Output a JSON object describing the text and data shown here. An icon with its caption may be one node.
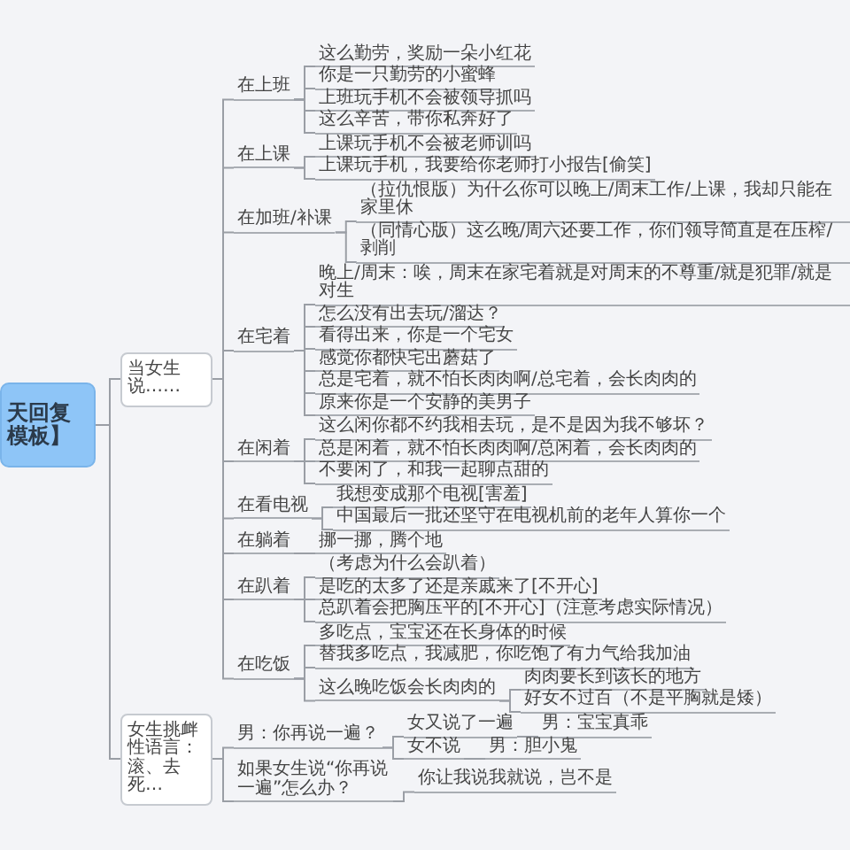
{
  "diagram": {
    "nodes": [
      {
        "text": [
          "天回复模板】"
        ]
      },
      {
        "text": [
          "当女生说……"
        ]
      },
      {
        "text": [
          "在上班"
        ]
      },
      {
        "text": [
          "这么勤劳，奖励一朵小红花"
        ]
      },
      {
        "text": [
          "你是一只勤劳的小蜜蜂"
        ]
      },
      {
        "text": [
          "上班玩手机不会被领导抓吗"
        ]
      },
      {
        "text": [
          "这么辛苦，带你私奔好了"
        ]
      },
      {
        "text": [
          "在上课"
        ]
      },
      {
        "text": [
          "上课玩手机不会被老师训吗"
        ]
      },
      {
        "text": [
          "上课玩手机，我要给你老师打小报告[偷笑]"
        ]
      },
      {
        "text": [
          "在加班/补课"
        ]
      },
      {
        "text": [
          "（拉仇恨版）为什么你可以晚上/周末工作/上课，我却只能在家里休"
        ]
      },
      {
        "text": [
          "（同情心版）这么晚/周六还要工作，你们领导简直是在压榨/剥削"
        ]
      },
      {
        "text": [
          "在宅着"
        ]
      },
      {
        "text": [
          "晚上/周末：唉，周末在家宅着就是对周末的不尊重/就是犯罪/就是对生"
        ]
      },
      {
        "text": [
          "怎么没有出去玩/溜达？"
        ]
      },
      {
        "text": [
          "看得出来，你是一个宅女"
        ]
      },
      {
        "text": [
          "感觉你都快宅出蘑菇了"
        ]
      },
      {
        "text": [
          "总是宅着，就不怕长肉肉啊/总宅着，会长肉肉的"
        ]
      },
      {
        "text": [
          "原来你是一个安静的美男子"
        ]
      },
      {
        "text": [
          "在闲着"
        ]
      },
      {
        "text": [
          "这么闲你都不约我相去玩，是不是因为我不够坏？"
        ]
      },
      {
        "text": [
          "总是闲着，就不怕长肉肉啊/总闲着，会长肉肉的"
        ]
      },
      {
        "text": [
          "不要闲了，和我一起聊点甜的"
        ]
      },
      {
        "text": [
          "在看电视"
        ]
      },
      {
        "text": [
          "我想变成那个电视[害羞]"
        ]
      },
      {
        "text": [
          "中国最后一批还坚守在电视机前的老年人算你一个"
        ]
      },
      {
        "text": [
          "在躺着"
        ]
      },
      {
        "text": [
          "挪一挪，腾个地"
        ]
      },
      {
        "text": [
          "在趴着"
        ]
      },
      {
        "text": [
          "（考虑为什么会趴着）"
        ]
      },
      {
        "text": [
          "是吃的太多了还是亲戚来了[不开心]"
        ]
      },
      {
        "text": [
          "总趴着会把胸压平的[不开心]（注意考虑实际情况）"
        ]
      },
      {
        "text": [
          "在吃饭"
        ]
      },
      {
        "text": [
          "多吃点，宝宝还在长身体的时候"
        ]
      },
      {
        "text": [
          "替我多吃点，我减肥，你吃饱了有力气给我加油"
        ]
      },
      {
        "text": [
          "这么晚吃饭会长肉肉的"
        ]
      },
      {
        "text": [
          "肉肉要长到该长的地方"
        ]
      },
      {
        "text": [
          "好女不过百（不是平胸就是矮）"
        ]
      },
      {
        "text": [
          "女生挑衅性语言：滚、去死…"
        ]
      },
      {
        "text": [
          "男：你再说一遍？"
        ]
      },
      {
        "text": [
          "女又说了一遍"
        ]
      },
      {
        "text": [
          "男：宝宝真乖"
        ]
      },
      {
        "text": [
          "女不说"
        ]
      },
      {
        "text": [
          "男：胆小鬼"
        ]
      },
      {
        "text": [
          "如果女生说“你再说一遍”怎么办？"
        ]
      },
      {
        "text": [
          "你让我说我就说，岂不是"
        ]
      }
    ],
    "edges": [
      {
        "from": 0,
        "to": 1,
        "arrow": "none"
      },
      {
        "from": 1,
        "to": 2,
        "arrow": "none"
      },
      {
        "from": 2,
        "to": 3,
        "arrow": "none"
      },
      {
        "from": 2,
        "to": 4,
        "arrow": "none"
      },
      {
        "from": 2,
        "to": 5,
        "arrow": "none"
      },
      {
        "from": 2,
        "to": 6,
        "arrow": "none"
      },
      {
        "from": 1,
        "to": 7,
        "arrow": "none"
      },
      {
        "from": 7,
        "to": 8,
        "arrow": "none"
      },
      {
        "from": 7,
        "to": 9,
        "arrow": "none"
      },
      {
        "from": 1,
        "to": 10,
        "arrow": "none"
      },
      {
        "from": 10,
        "to": 11,
        "arrow": "none"
      },
      {
        "from": 10,
        "to": 12,
        "arrow": "none"
      },
      {
        "from": 1,
        "to": 13,
        "arrow": "none"
      },
      {
        "from": 13,
        "to": 14,
        "arrow": "none"
      },
      {
        "from": 13,
        "to": 15,
        "arrow": "none"
      },
      {
        "from": 13,
        "to": 16,
        "arrow": "none"
      },
      {
        "from": 13,
        "to": 17,
        "arrow": "none"
      },
      {
        "from": 13,
        "to": 18,
        "arrow": "none"
      },
      {
        "from": 13,
        "to": 19,
        "arrow": "none"
      },
      {
        "from": 1,
        "to": 20,
        "arrow": "none"
      },
      {
        "from": 20,
        "to": 21,
        "arrow": "none"
      },
      {
        "from": 20,
        "to": 22,
        "arrow": "none"
      },
      {
        "from": 20,
        "to": 23,
        "arrow": "none"
      },
      {
        "from": 1,
        "to": 24,
        "arrow": "none"
      },
      {
        "from": 24,
        "to": 25,
        "arrow": "none"
      },
      {
        "from": 24,
        "to": 26,
        "arrow": "none"
      },
      {
        "from": 1,
        "to": 27,
        "arrow": "none"
      },
      {
        "from": 27,
        "to": 28,
        "arrow": "none"
      },
      {
        "from": 1,
        "to": 29,
        "arrow": "none"
      },
      {
        "from": 29,
        "to": 30,
        "arrow": "none"
      },
      {
        "from": 29,
        "to": 31,
        "arrow": "none"
      },
      {
        "from": 29,
        "to": 32,
        "arrow": "none"
      },
      {
        "from": 1,
        "to": 33,
        "arrow": "none"
      },
      {
        "from": 33,
        "to": 34,
        "arrow": "none"
      },
      {
        "from": 33,
        "to": 35,
        "arrow": "none"
      },
      {
        "from": 33,
        "to": 36,
        "arrow": "none"
      },
      {
        "from": 36,
        "to": 37,
        "arrow": "none"
      },
      {
        "from": 36,
        "to": 38,
        "arrow": "none"
      },
      {
        "from": 0,
        "to": 39,
        "arrow": "none"
      },
      {
        "from": 39,
        "to": 40,
        "arrow": "none"
      },
      {
        "from": 40,
        "to": 41,
        "arrow": "none"
      },
      {
        "from": 41,
        "to": 42,
        "arrow": "none"
      },
      {
        "from": 40,
        "to": 43,
        "arrow": "none"
      },
      {
        "from": 43,
        "to": 44,
        "arrow": "none"
      },
      {
        "from": 39,
        "to": 45,
        "arrow": "none"
      },
      {
        "from": 45,
        "to": 46,
        "arrow": "none"
      }
    ]
  }
}
